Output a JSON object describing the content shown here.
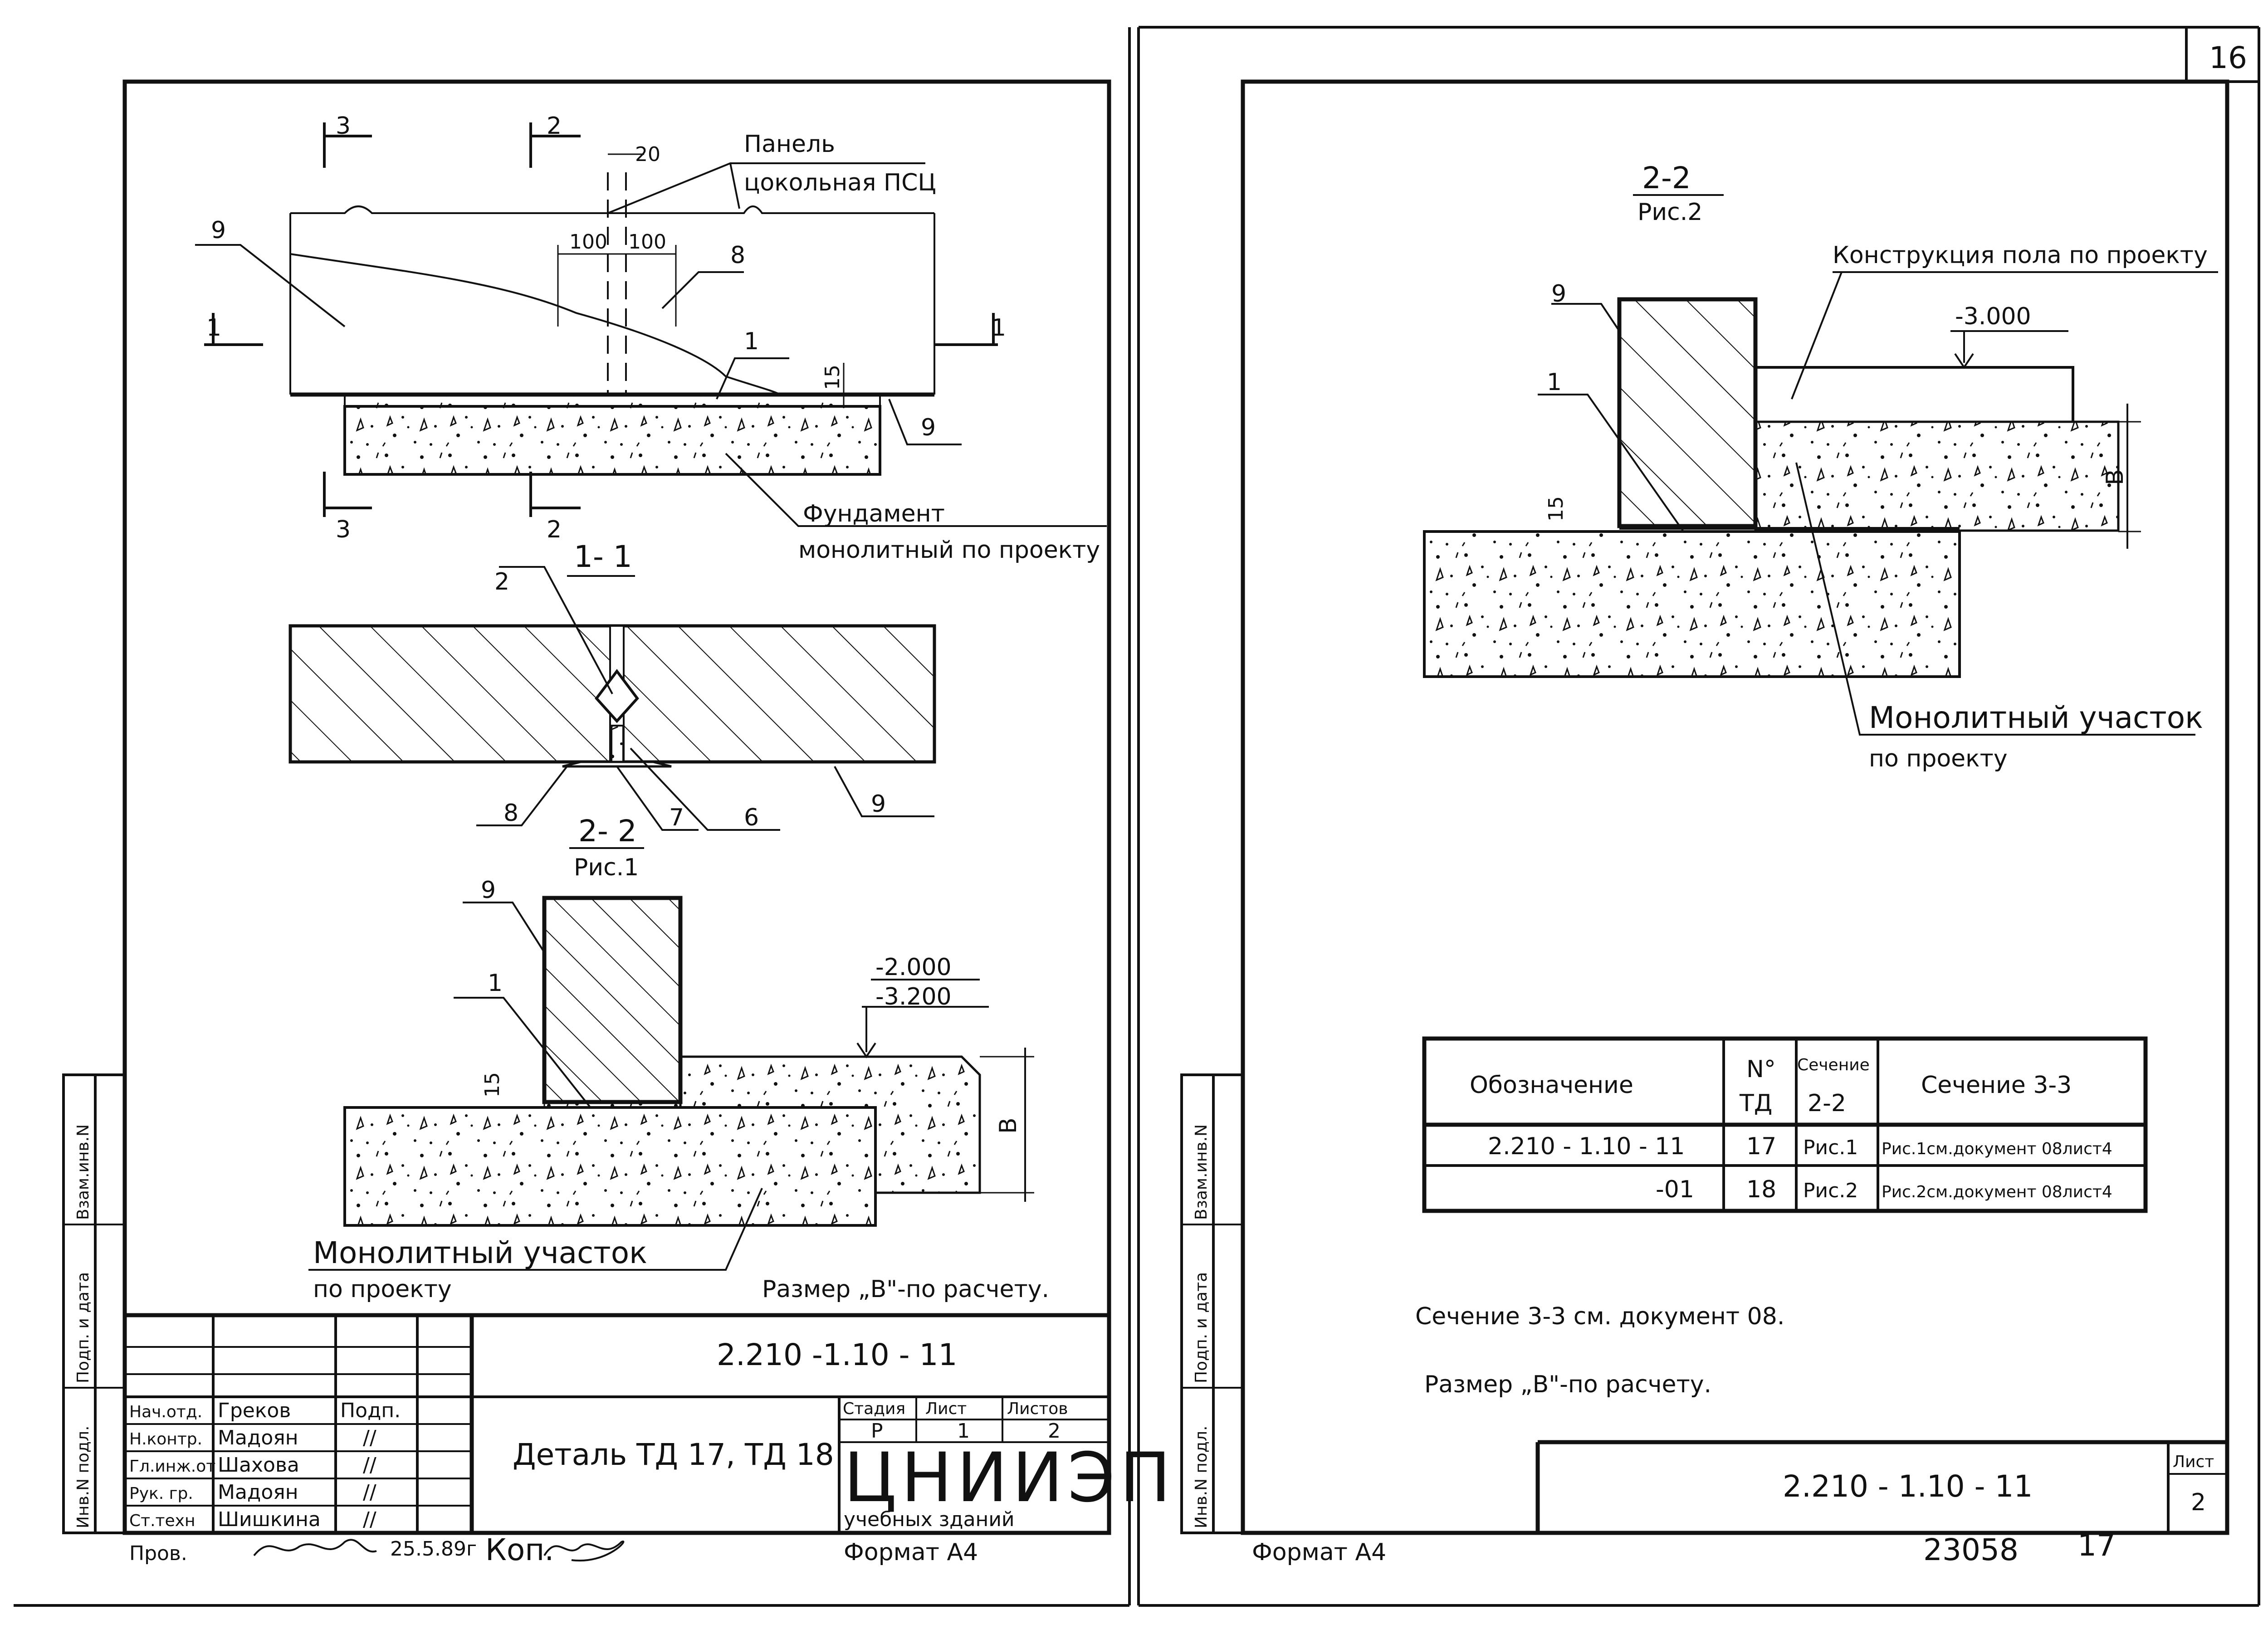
{
  "page": {
    "number": "16"
  },
  "left_sheet": {
    "plan": {
      "section_marks": {
        "s3": "3",
        "s2": "2",
        "s1": "1"
      },
      "dims": {
        "d20": "20",
        "d100a": "100",
        "d100b": "100",
        "d15": "15"
      },
      "callouts": {
        "c9_left": "9",
        "c8": "8",
        "c1": "1",
        "c9_right": "9"
      },
      "panel_label_1": "Панель",
      "panel_label_2": "цокольная ПСЦ",
      "foundation_label_1": "Фундамент",
      "foundation_label_2": "монолитный по проекту"
    },
    "section_1_1": {
      "title": "1- 1",
      "callouts": {
        "c2": "2",
        "c8": "8",
        "c7": "7",
        "c6": "6",
        "c9": "9"
      }
    },
    "section_2_2": {
      "title": "2- 2",
      "subtitle": "Рис.1",
      "callouts": {
        "c9": "9",
        "c1": "1"
      },
      "dim_15": "15",
      "dim_b": "В",
      "level_1": "-2.000",
      "level_2": "-3.200",
      "mono_label_1": "Монолитный участок",
      "mono_label_2": "по проекту"
    },
    "note_size": "Размер „В\"-по расчету.",
    "title_block": {
      "doc_code": "2.210 -1.10 - 11",
      "title": "Деталь ТД 17, ТД 18",
      "hdr_stage": "Стадия",
      "hdr_sheet": "Лист",
      "hdr_sheets": "Листов",
      "val_stage": "Р",
      "val_sheet": "1",
      "val_sheets": "2",
      "org_logo": "ЦНИИЭП",
      "org_sub": "учебных зданий",
      "format": "Формат А4",
      "people": [
        {
          "role": "Нач.отд.",
          "name": "Греков",
          "sign": "Подп."
        },
        {
          "role": "Н.контр.",
          "name": "Мадоян",
          "sign": "//"
        },
        {
          "role": "Гл.инж.от",
          "name": "Шахова",
          "sign": "//"
        },
        {
          "role": "Рук. гр.",
          "name": "Мадоян",
          "sign": "//"
        },
        {
          "role": "Ст.техн",
          "name": "Шишкина",
          "sign": "//"
        }
      ],
      "prov": "Пров.",
      "sign_date": "25.5.89г",
      "copy": "Коп."
    },
    "side_stamps": [
      "Инв.N подл.",
      "Подп. и дата",
      "Взам.инв.N"
    ]
  },
  "right_sheet": {
    "section_2_2": {
      "title": "2-2",
      "subtitle": "Рис.2",
      "floor_label": "Конструкция пола по проекту",
      "level": "-3.000",
      "callouts": {
        "c9": "9",
        "c1": "1"
      },
      "dim_15": "15",
      "dim_b": "В",
      "mono_label_1": "Монолитный участок",
      "mono_label_2": "по проекту"
    },
    "table": {
      "headers": {
        "designation": "Обозначение",
        "no_line1": "N°",
        "no_line2": "ТД",
        "sec22_line1": "Сечение",
        "sec22_line2": "2-2",
        "sec33": "Сечение 3-3"
      },
      "rows": [
        {
          "designation": "2.210 - 1.10 - 11",
          "no": "17",
          "sec22": "Рис.1",
          "sec33": "Рис.1см.документ 08лист4"
        },
        {
          "designation": "-01",
          "no": "18",
          "sec22": "Рис.2",
          "sec33": "Рис.2см.документ 08лист4"
        }
      ]
    },
    "note_1": "Сечение 3-3 см. документ 08.",
    "note_2": "Размер „В\"-по расчету.",
    "title_block": {
      "doc_code": "2.210 - 1.10 - 11",
      "sheet_label": "Лист",
      "sheet_no": "2"
    },
    "format": "Формат А4",
    "footer_num_1": "23058",
    "footer_num_2": "17",
    "side_stamps": [
      "Инв.N подл.",
      "Подп. и дата",
      "Взам.инв.N"
    ]
  }
}
